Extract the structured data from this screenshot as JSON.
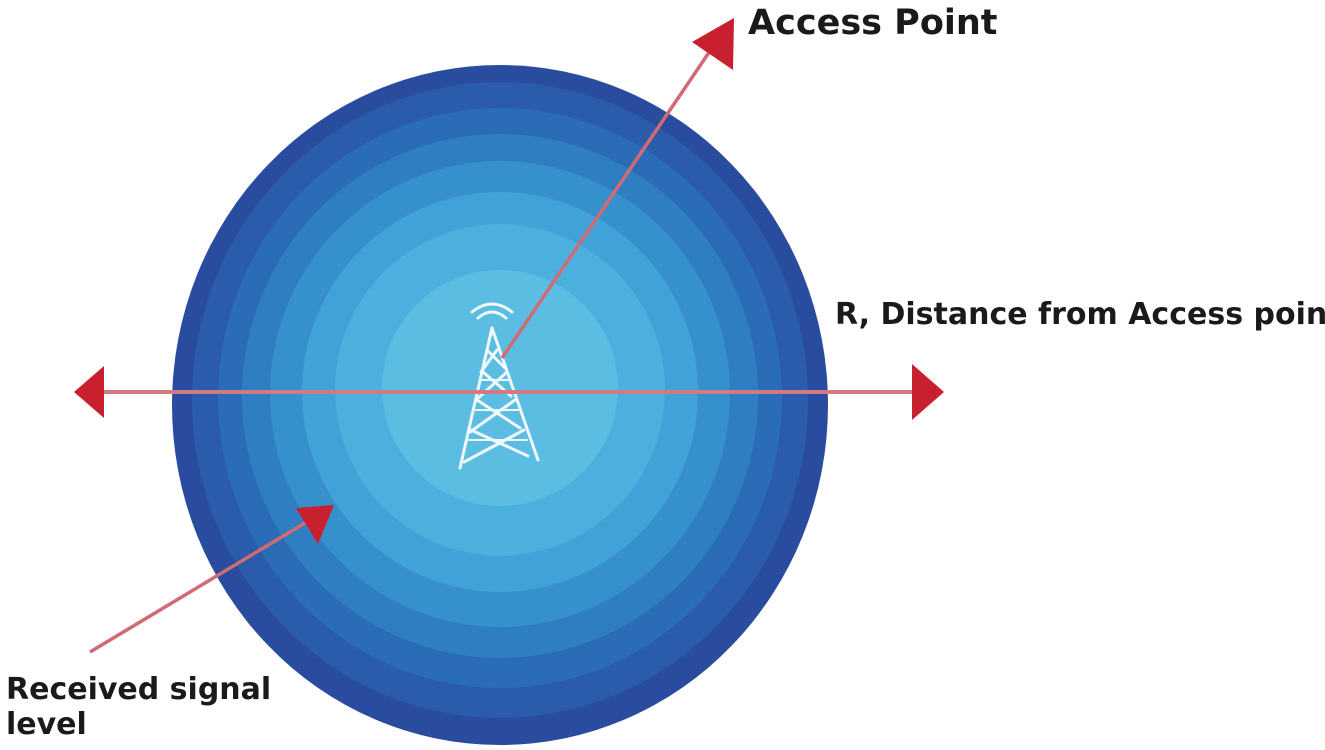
{
  "labels": {
    "access_point": "Access Point",
    "distance": "R, Distance from Access point",
    "signal_line1": "Received signal",
    "signal_line2": "level"
  },
  "colors": {
    "arrow": "#c8202f",
    "ring_outer": "#2a4fa0",
    "ring_inner": "#5ab8e0",
    "tower": "#ffffff"
  },
  "icons": {
    "tower": "cell-tower-icon"
  }
}
